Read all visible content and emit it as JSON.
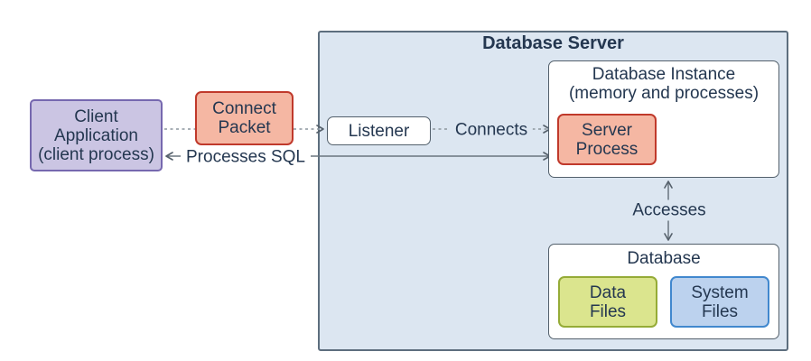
{
  "diagram": {
    "container_title": "Database Server",
    "nodes": {
      "client_app": {
        "lines": [
          "Client",
          "Application",
          "(client process)"
        ]
      },
      "connect_packet": {
        "lines": [
          "Connect",
          "Packet"
        ]
      },
      "listener": {
        "label": "Listener"
      },
      "db_instance": {
        "lines": [
          "Database Instance",
          "(memory and processes)"
        ]
      },
      "server_process": {
        "lines": [
          "Server",
          "Process"
        ]
      },
      "database": {
        "label": "Database"
      },
      "data_files": {
        "lines": [
          "Data",
          "Files"
        ]
      },
      "system_files": {
        "lines": [
          "System",
          "Files"
        ]
      }
    },
    "edges": {
      "client_to_listener": {
        "style": "dotted",
        "label": ""
      },
      "listener_to_server_process": {
        "style": "dotted",
        "label": "Connects"
      },
      "server_process_to_client": {
        "style": "solid",
        "label": "Processes SQL",
        "double_headed": true
      },
      "instance_to_database": {
        "style": "solid",
        "label": "Accesses",
        "double_headed": true
      }
    },
    "colors": {
      "container_fill": "#DCE6F1",
      "container_border": "#5D6E7E",
      "client_fill": "#CBC5E3",
      "client_border": "#7668AF",
      "salmon_fill": "#F5B7A3",
      "salmon_border": "#C0392B",
      "white_box_border": "#53606C",
      "data_files_fill": "#DBE58E",
      "data_files_border": "#95AB37",
      "system_files_fill": "#BCD2EE",
      "system_files_border": "#4188CE",
      "text": "#243750",
      "solid_line": "#6A757F",
      "dotted_line": "#8C959E"
    }
  }
}
